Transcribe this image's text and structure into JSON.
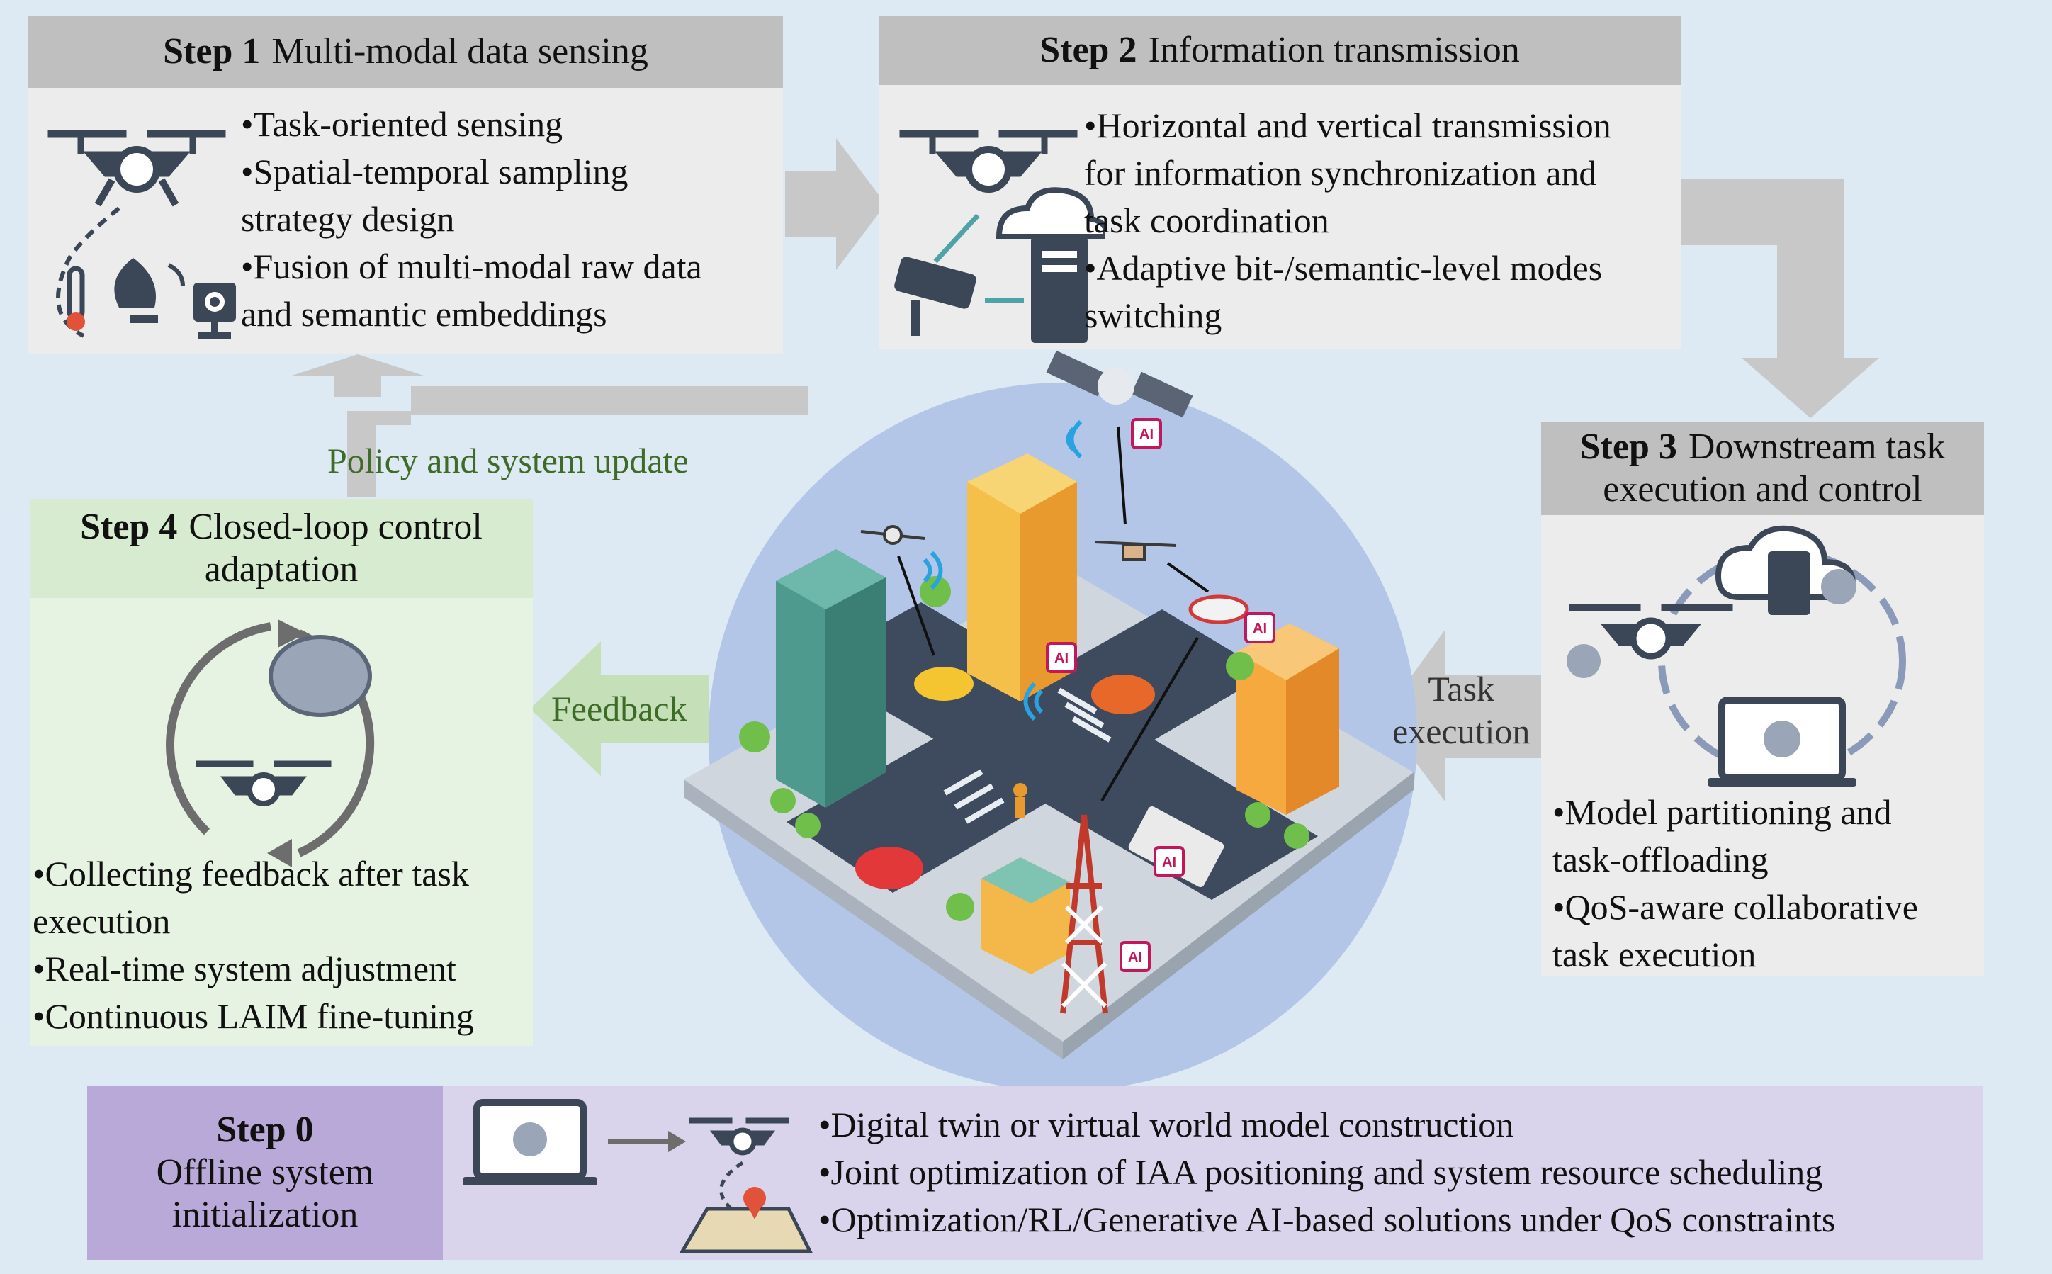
{
  "step1": {
    "num": "Step 1",
    "title": "Multi-modal data sensing",
    "bullets": [
      "•Task-oriented sensing",
      "•Spatial-temporal sampling",
      "strategy design",
      "•Fusion of multi-modal raw data",
      "and semantic embeddings"
    ]
  },
  "step2": {
    "num": "Step 2",
    "title": "Information transmission",
    "bullets": [
      "•Horizontal and vertical transmission",
      "for information synchronization and",
      "task coordination",
      "•Adaptive bit-/semantic-level modes",
      "switching"
    ]
  },
  "step3": {
    "num": "Step 3",
    "title_line1": "Downstream task",
    "title_line2": "execution and control",
    "bullets": [
      "•Model partitioning and",
      "task-offloading",
      "•QoS-aware collaborative",
      "task execution"
    ]
  },
  "step4": {
    "num": "Step 4",
    "title_line1": "Closed-loop control",
    "title_line2": "adaptation",
    "bullets": [
      "•Collecting feedback after task",
      "execution",
      "•Real-time system adjustment",
      "•Continuous LAIM fine-tuning"
    ]
  },
  "step0": {
    "num": "Step 0",
    "title_line1": "Offline system",
    "title_line2": "initialization",
    "bullets": [
      "•Digital twin or virtual world model construction",
      "•Joint optimization of IAA positioning and system resource scheduling",
      "•Optimization/RL/Generative AI-based solutions under QoS constraints"
    ]
  },
  "labels": {
    "policy_update": "Policy and system update",
    "feedback": "Feedback",
    "task_execution_line1": "Task",
    "task_execution_line2": "execution"
  },
  "ai_chip": "AI",
  "colors": {
    "background": "#dde9f3",
    "header_gray": "#bfbfbf",
    "panel_gray": "#ececec",
    "green_header": "#d6ebd0",
    "green_panel": "#e6f2e2",
    "purple_header": "#b9a9d9",
    "purple_panel": "#d9d4ec",
    "arrow_gray": "#c8c8c8",
    "arrow_green": "#c5e0b8",
    "arrow_purple": "#c7bde2",
    "policy_text": "#3f6b28",
    "feedback_text": "#3f6b28",
    "globe": "#b4c6e8"
  }
}
